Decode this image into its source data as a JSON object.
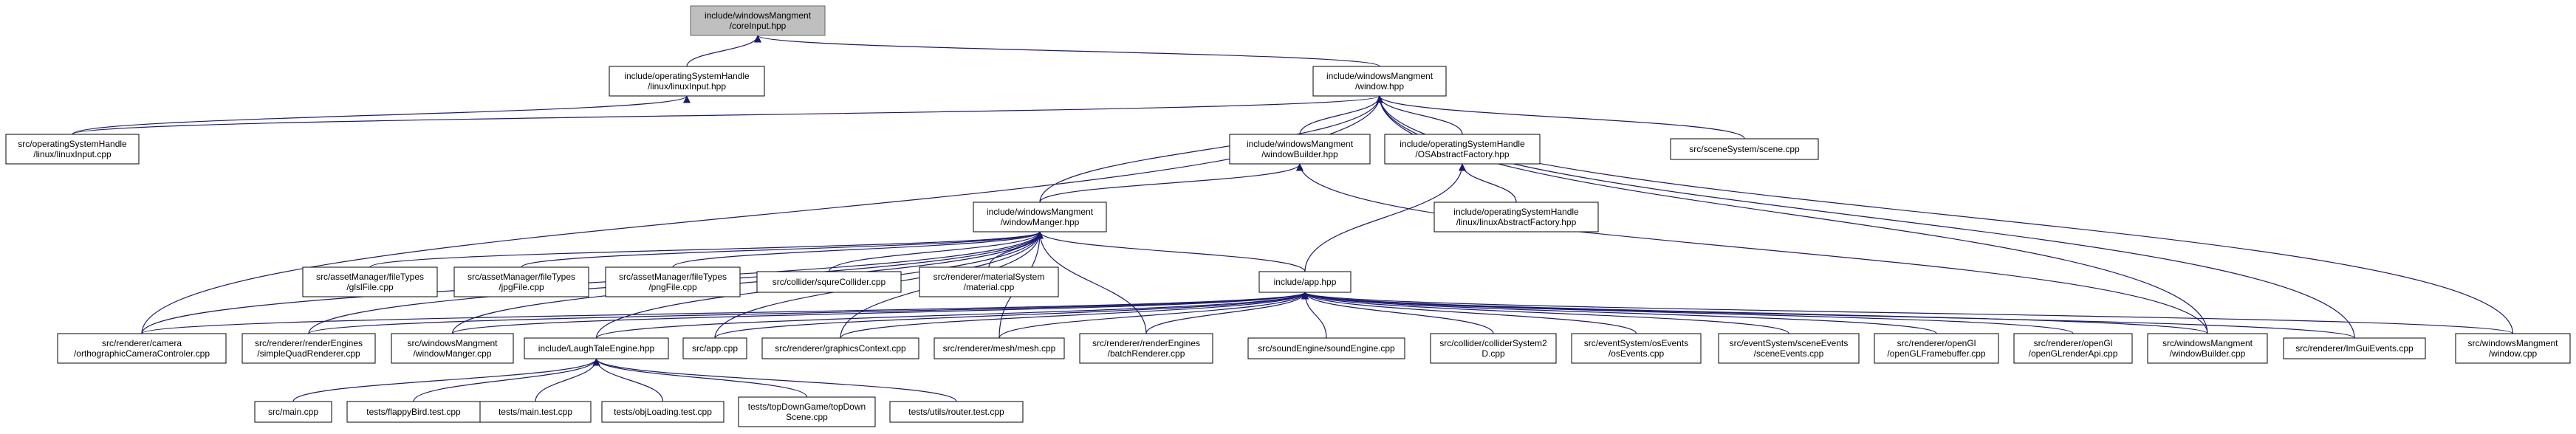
{
  "graph": {
    "edge_color": "#191970",
    "root_fill": "#bfbfbf",
    "node_fill": "#ffffff",
    "nodes": [
      {
        "id": "core",
        "lines": [
          "include/windowsMangment",
          "/coreInput.hpp"
        ],
        "root": true
      },
      {
        "id": "linuxinput_hpp",
        "lines": [
          "include/operatingSystemHandle",
          "/linux/linuxInput.hpp"
        ]
      },
      {
        "id": "window_hpp",
        "lines": [
          "include/windowsMangment",
          "/window.hpp"
        ]
      },
      {
        "id": "linuxinput_cpp",
        "lines": [
          "src/operatingSystemHandle",
          "/linux/linuxInput.cpp"
        ]
      },
      {
        "id": "windowbuilder_hpp",
        "lines": [
          "include/windowsMangment",
          "/windowBuilder.hpp"
        ]
      },
      {
        "id": "osabstract_hpp",
        "lines": [
          "include/operatingSystemHandle",
          "/OSAbstractFactory.hpp"
        ]
      },
      {
        "id": "scene_cpp",
        "lines": [
          "src/sceneSystem/scene.cpp"
        ]
      },
      {
        "id": "linuxabstract_hpp",
        "lines": [
          "include/operatingSystemHandle",
          "/linux/linuxAbstractFactory.hpp"
        ]
      },
      {
        "id": "windowmanger_hpp",
        "lines": [
          "include/windowsMangment",
          "/windowManger.hpp"
        ]
      },
      {
        "id": "glsl_cpp",
        "lines": [
          "src/assetManager/fileTypes",
          "/glslFile.cpp"
        ]
      },
      {
        "id": "jpg_cpp",
        "lines": [
          "src/assetManager/fileTypes",
          "/jpgFile.cpp"
        ]
      },
      {
        "id": "png_cpp",
        "lines": [
          "src/assetManager/fileTypes",
          "/pngFile.cpp"
        ]
      },
      {
        "id": "squre_cpp",
        "lines": [
          "src/collider/squreCollider.cpp"
        ]
      },
      {
        "id": "material_cpp",
        "lines": [
          "src/renderer/materialSystem",
          "/material.cpp"
        ]
      },
      {
        "id": "app_hpp",
        "lines": [
          "include/app.hpp"
        ]
      },
      {
        "id": "ortho_cpp",
        "lines": [
          "src/renderer/camera",
          "/orthographicCameraControler.cpp"
        ]
      },
      {
        "id": "simplequad_cpp",
        "lines": [
          "src/renderer/renderEngines",
          "/simpleQuadRenderer.cpp"
        ]
      },
      {
        "id": "windowmanger_cpp",
        "lines": [
          "src/windowsMangment",
          "/windowManger.cpp"
        ]
      },
      {
        "id": "laughtale_hpp",
        "lines": [
          "include/LaughTaleEngine.hpp"
        ]
      },
      {
        "id": "app_cpp",
        "lines": [
          "src/app.cpp"
        ]
      },
      {
        "id": "graphicscontext_cpp",
        "lines": [
          "src/renderer/graphicsContext.cpp"
        ]
      },
      {
        "id": "mesh_cpp",
        "lines": [
          "src/renderer/mesh/mesh.cpp"
        ]
      },
      {
        "id": "batch_cpp",
        "lines": [
          "src/renderer/renderEngines",
          "/batchRenderer.cpp"
        ]
      },
      {
        "id": "sound_cpp",
        "lines": [
          "src/soundEngine/soundEngine.cpp"
        ]
      },
      {
        "id": "collidersys_cpp",
        "lines": [
          "src/collider/colliderSystem2",
          "D.cpp"
        ]
      },
      {
        "id": "osevents_cpp",
        "lines": [
          "src/eventSystem/osEvents",
          "/osEvents.cpp"
        ]
      },
      {
        "id": "sceneevents_cpp",
        "lines": [
          "src/eventSystem/sceneEvents",
          "/sceneEvents.cpp"
        ]
      },
      {
        "id": "framebuffer_cpp",
        "lines": [
          "src/renderer/openGl",
          "/openGLFramebuffer.cpp"
        ]
      },
      {
        "id": "renderapi_cpp",
        "lines": [
          "src/renderer/openGl",
          "/openGLrenderApi.cpp"
        ]
      },
      {
        "id": "windowbuilder_cpp",
        "lines": [
          "src/windowsMangment",
          "/windowBuilder.cpp"
        ]
      },
      {
        "id": "imgui_cpp",
        "lines": [
          "src/renderer/ImGuiEvents.cpp"
        ]
      },
      {
        "id": "window_cpp",
        "lines": [
          "src/windowsMangment",
          "/window.cpp"
        ]
      },
      {
        "id": "main_cpp",
        "lines": [
          "src/main.cpp"
        ]
      },
      {
        "id": "flappy_cpp",
        "lines": [
          "tests/flappyBird.test.cpp"
        ]
      },
      {
        "id": "maintest_cpp",
        "lines": [
          "tests/main.test.cpp"
        ]
      },
      {
        "id": "objloading_cpp",
        "lines": [
          "tests/objLoading.test.cpp"
        ]
      },
      {
        "id": "topdown_cpp",
        "lines": [
          "tests/topDownGame/topDown",
          "Scene.cpp"
        ]
      },
      {
        "id": "router_cpp",
        "lines": [
          "tests/utils/router.test.cpp"
        ]
      }
    ],
    "edges": [
      [
        "linuxinput_hpp",
        "core"
      ],
      [
        "window_hpp",
        "core"
      ],
      [
        "linuxinput_cpp",
        "linuxinput_hpp"
      ],
      [
        "linuxinput_cpp",
        "window_hpp"
      ],
      [
        "windowbuilder_hpp",
        "window_hpp"
      ],
      [
        "osabstract_hpp",
        "window_hpp"
      ],
      [
        "scene_cpp",
        "window_hpp"
      ],
      [
        "windowmanger_hpp",
        "window_hpp"
      ],
      [
        "ortho_cpp",
        "window_hpp"
      ],
      [
        "imgui_cpp",
        "window_hpp"
      ],
      [
        "window_cpp",
        "window_hpp"
      ],
      [
        "windowbuilder_cpp",
        "window_hpp"
      ],
      [
        "linuxabstract_hpp",
        "osabstract_hpp"
      ],
      [
        "app_hpp",
        "osabstract_hpp"
      ],
      [
        "windowmanger_hpp",
        "windowbuilder_hpp"
      ],
      [
        "windowbuilder_cpp",
        "windowbuilder_hpp"
      ],
      [
        "glsl_cpp",
        "windowmanger_hpp"
      ],
      [
        "jpg_cpp",
        "windowmanger_hpp"
      ],
      [
        "png_cpp",
        "windowmanger_hpp"
      ],
      [
        "squre_cpp",
        "windowmanger_hpp"
      ],
      [
        "material_cpp",
        "windowmanger_hpp"
      ],
      [
        "app_hpp",
        "windowmanger_hpp"
      ],
      [
        "ortho_cpp",
        "windowmanger_hpp"
      ],
      [
        "simplequad_cpp",
        "windowmanger_hpp"
      ],
      [
        "windowmanger_cpp",
        "windowmanger_hpp"
      ],
      [
        "laughtale_hpp",
        "windowmanger_hpp"
      ],
      [
        "app_cpp",
        "windowmanger_hpp"
      ],
      [
        "graphicscontext_cpp",
        "windowmanger_hpp"
      ],
      [
        "mesh_cpp",
        "windowmanger_hpp"
      ],
      [
        "batch_cpp",
        "windowmanger_hpp"
      ],
      [
        "ortho_cpp",
        "app_hpp"
      ],
      [
        "simplequad_cpp",
        "app_hpp"
      ],
      [
        "windowmanger_cpp",
        "app_hpp"
      ],
      [
        "laughtale_hpp",
        "app_hpp"
      ],
      [
        "app_cpp",
        "app_hpp"
      ],
      [
        "graphicscontext_cpp",
        "app_hpp"
      ],
      [
        "mesh_cpp",
        "app_hpp"
      ],
      [
        "batch_cpp",
        "app_hpp"
      ],
      [
        "sound_cpp",
        "app_hpp"
      ],
      [
        "collidersys_cpp",
        "app_hpp"
      ],
      [
        "osevents_cpp",
        "app_hpp"
      ],
      [
        "sceneevents_cpp",
        "app_hpp"
      ],
      [
        "framebuffer_cpp",
        "app_hpp"
      ],
      [
        "renderapi_cpp",
        "app_hpp"
      ],
      [
        "windowbuilder_cpp",
        "app_hpp"
      ],
      [
        "imgui_cpp",
        "app_hpp"
      ],
      [
        "window_cpp",
        "app_hpp"
      ],
      [
        "main_cpp",
        "laughtale_hpp"
      ],
      [
        "flappy_cpp",
        "laughtale_hpp"
      ],
      [
        "maintest_cpp",
        "laughtale_hpp"
      ],
      [
        "objloading_cpp",
        "laughtale_hpp"
      ],
      [
        "topdown_cpp",
        "laughtale_hpp"
      ],
      [
        "router_cpp",
        "laughtale_hpp"
      ]
    ]
  }
}
